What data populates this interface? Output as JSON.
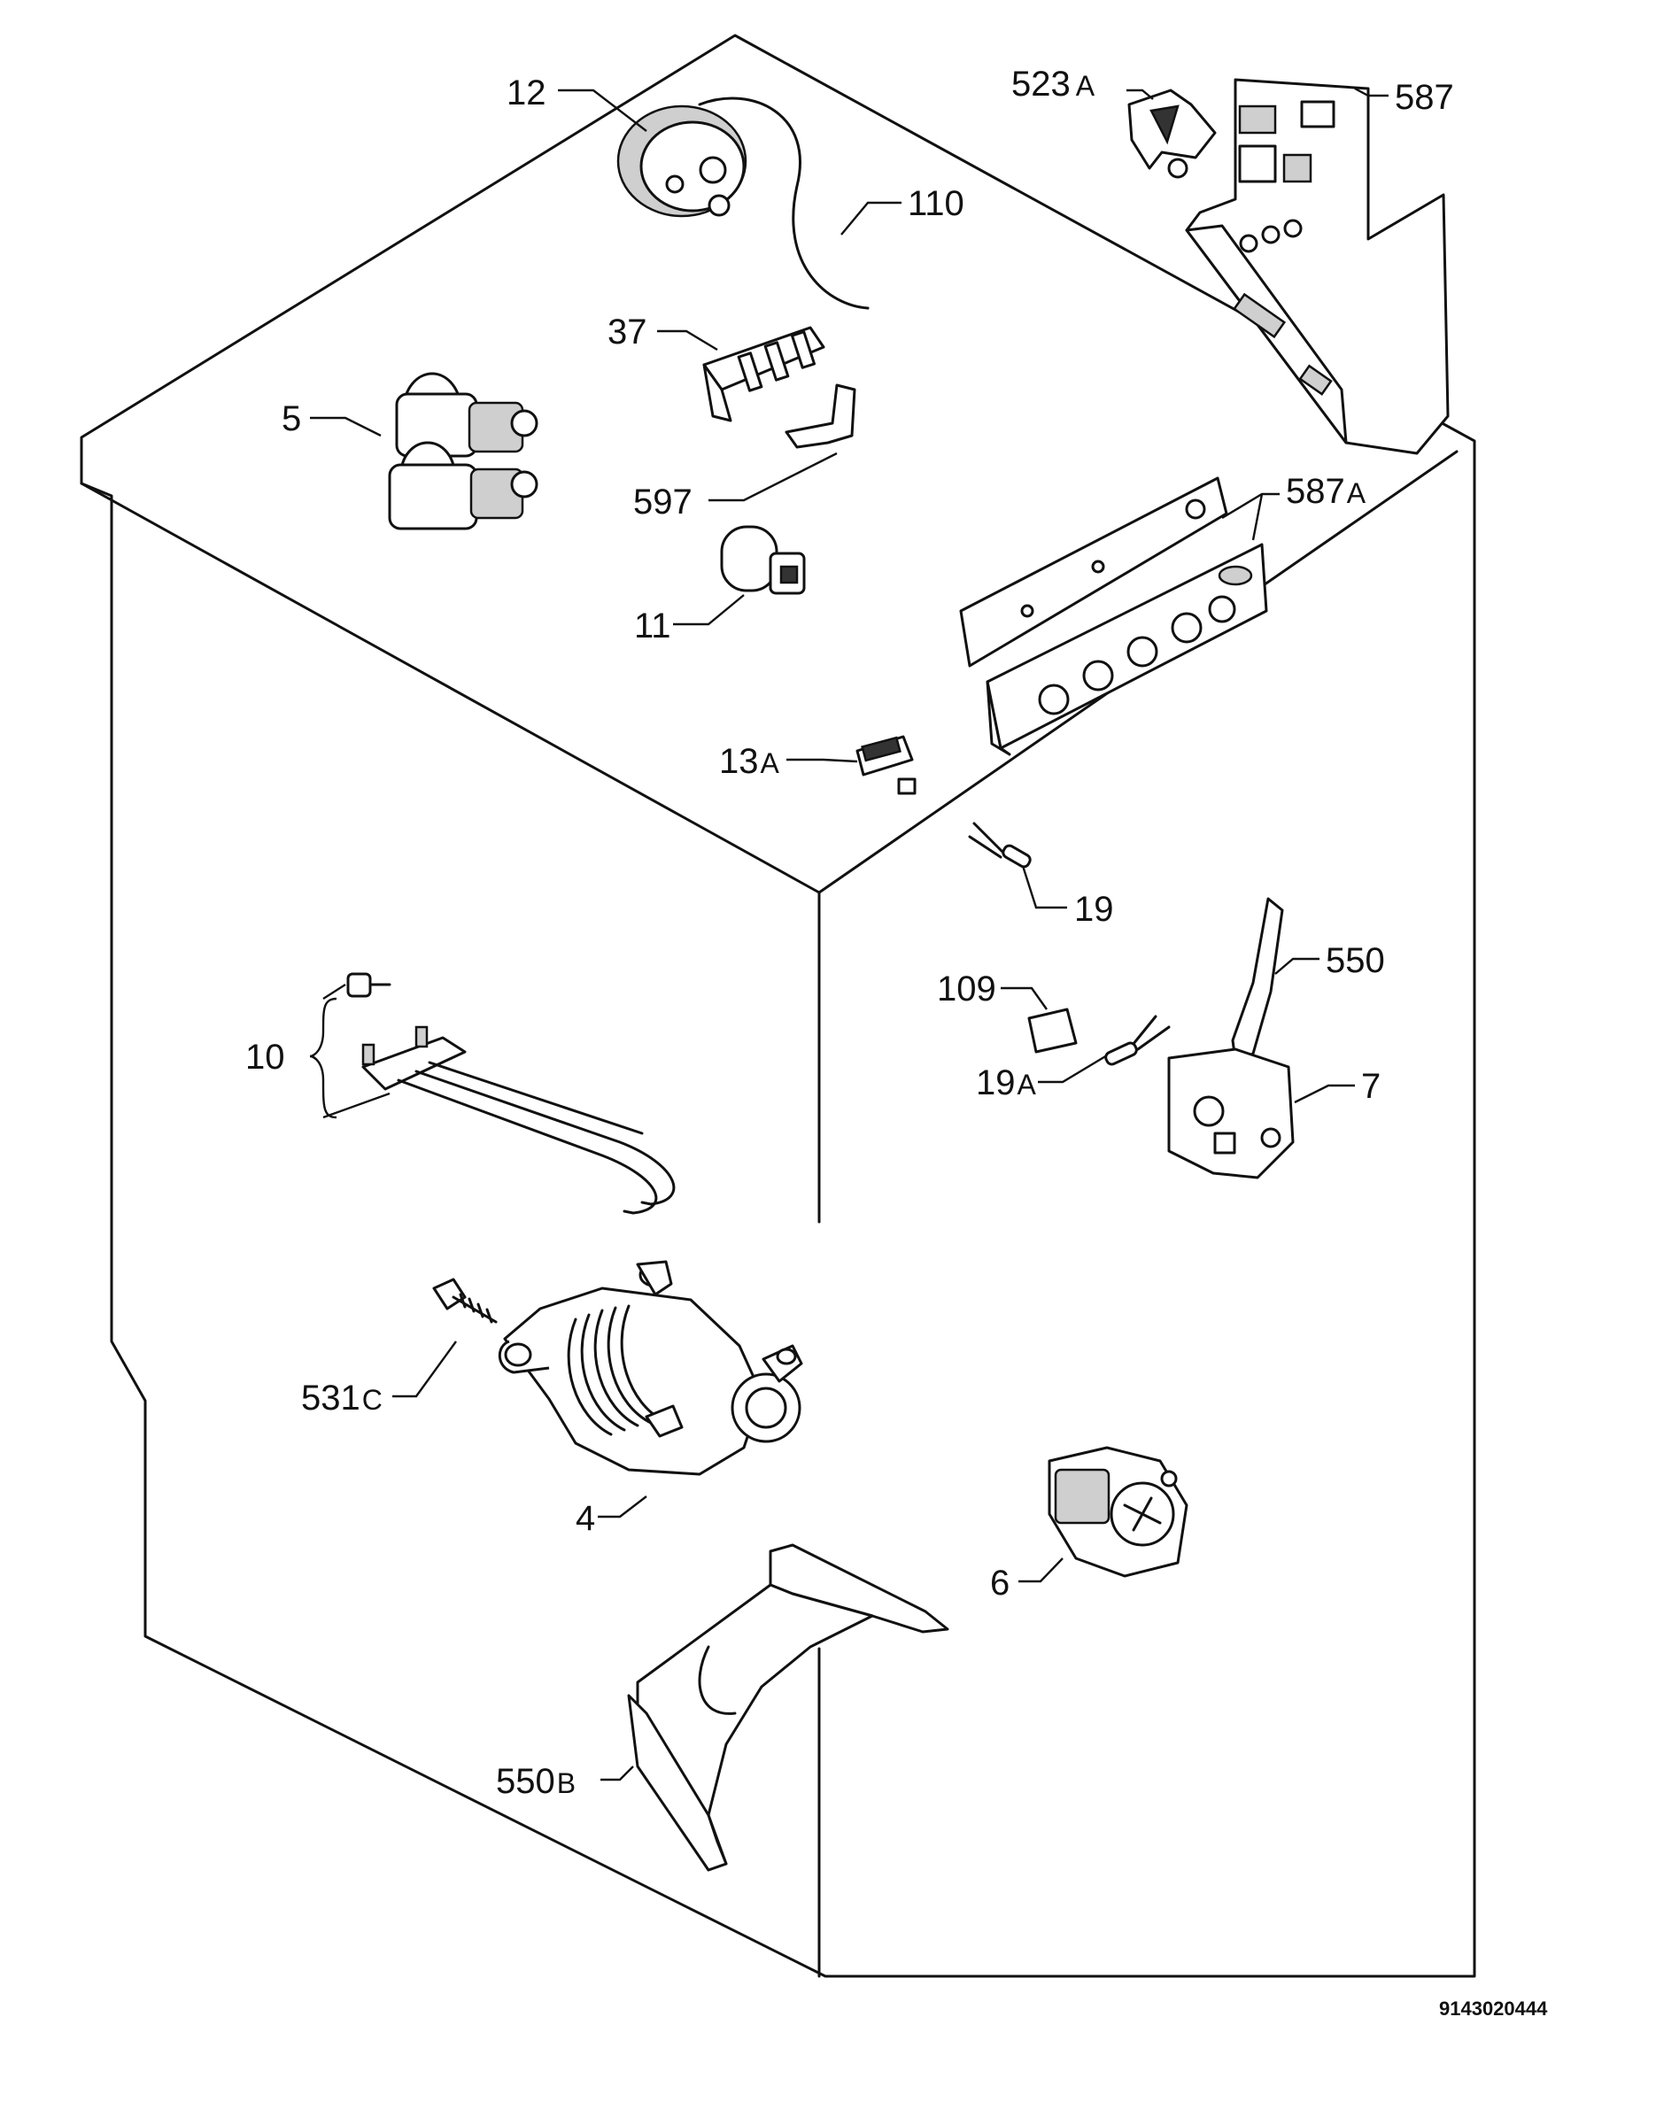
{
  "labels": {
    "l12": "12",
    "l110": "110",
    "l523a": "523",
    "l523a_suffix": "A",
    "l587": "587",
    "l37": "37",
    "l5": "5",
    "l597": "597",
    "l587a": "587",
    "l587a_suffix": "A",
    "l11": "11",
    "l13a": "13",
    "l13a_suffix": "A",
    "l19": "19",
    "l550": "550",
    "l109": "109",
    "l10": "10",
    "l19a": "19",
    "l19a_suffix": "A",
    "l7": "7",
    "l531c": "531",
    "l531c_suffix": "C",
    "l4": "4",
    "l6": "6",
    "l550b": "550",
    "l550b_suffix": "B"
  },
  "drawing_code": "9143020444"
}
